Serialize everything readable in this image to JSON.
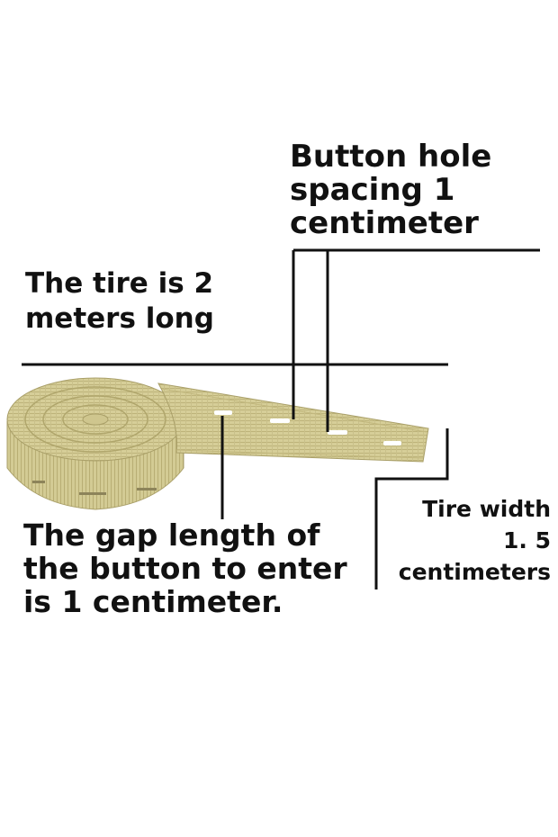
{
  "labels": {
    "hole_spacing": [
      "Button hole",
      "spacing 1",
      "centimeter"
    ],
    "tire_length": [
      "The tire is 2",
      "meters long"
    ],
    "gap_length": [
      "The gap length of",
      "the button to enter",
      "is 1 centimeter."
    ],
    "tire_width": [
      "Tire width",
      "1. 5",
      "centimeters"
    ]
  },
  "colors": {
    "text": "#111111",
    "leader_line": "#111111",
    "elastic": "#d8d09a",
    "elastic_shadow": "#b5ab72",
    "hole": "#ffffff",
    "background": "#ffffff"
  }
}
